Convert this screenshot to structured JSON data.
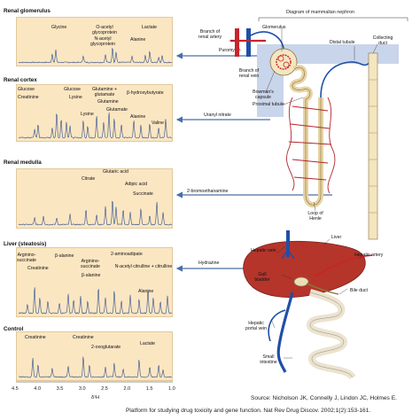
{
  "figure": {
    "diagram_title": "Diagram of mammalian nephron",
    "panels": [
      {
        "title": "Renal glomerulus",
        "agent": "Puromycin",
        "peaks": [
          "Glycine",
          "O-acetyl glycoprotein",
          "N-acetyl glycoprotein",
          "Lactate",
          "Alanine"
        ]
      },
      {
        "title": "Renal cortex",
        "agent": "Uranyl nitrate",
        "peaks": [
          "Glucose",
          "Creatinine",
          "Glucose",
          "Lysine",
          "Glutamine + glutamate",
          "Glutamine",
          "Glutamate",
          "Lysine",
          "β-hydroxybutyrate",
          "Alanine",
          "Valine"
        ]
      },
      {
        "title": "Renal medulla",
        "agent": "2-bromoethanamine",
        "peaks": [
          "Glutaric acid",
          "Citrate",
          "Adipic acid",
          "Succinate"
        ]
      },
      {
        "title": "Liver (steatosis)",
        "agent": "Hydrazine",
        "peaks": [
          "Arginino-succinate",
          "β-alanine",
          "Arginino-succinate",
          "2-aminoadipate",
          "Creatinine",
          "β-alanine",
          "N-acetyl citrulline + citrulline",
          "Alanine"
        ]
      },
      {
        "title": "Control",
        "agent": "",
        "peaks": [
          "Creatinine",
          "Creatinine",
          "2-oxoglutarate",
          "Lactate"
        ]
      }
    ],
    "axis": {
      "ticks": [
        "4.5",
        "4.0",
        "3.5",
        "3.0",
        "2.5",
        "2.0",
        "1.5",
        "1.0"
      ],
      "label": "δ¹H"
    },
    "nephron_labels": {
      "branch_artery": "Branch of renal artery",
      "glomerulus": "Glomerulus",
      "distal_tubule": "Distal tubule",
      "collecting_duct": "Collecting duct",
      "branch_vein": "Branch of renal vein",
      "bowmans": "Bowman's capsule",
      "proximal": "Proximal tubule",
      "loop": "Loop of Henle"
    },
    "liver_labels": {
      "liver": "Liver",
      "hepatic_vein": "Hepatic vein",
      "hepatic_artery": "Hepatic artery",
      "gall_bladder": "Gall bladder",
      "bile_duct": "Bile duct",
      "portal_vein": "Hepatic portal vein",
      "small_intestine": "Small intestine"
    },
    "source_line1": "Source:  Nicholson JK, Connelly J, Lindon JC, Holmes E.",
    "source_line2": "Platform for studying drug toxicity and gene function. Nat Rev Drug Discov. 2002;1(2):153-161.",
    "colors": {
      "panel_bg": "#fbe6c2",
      "spectrum": "#2f4f8f",
      "arrow": "#4a6fa5",
      "artery": "#c8242b",
      "vein": "#1f4fa8",
      "liver": "#b5352b",
      "tubule": "#f3e6c0",
      "highlight": "#c9d5ea"
    }
  }
}
